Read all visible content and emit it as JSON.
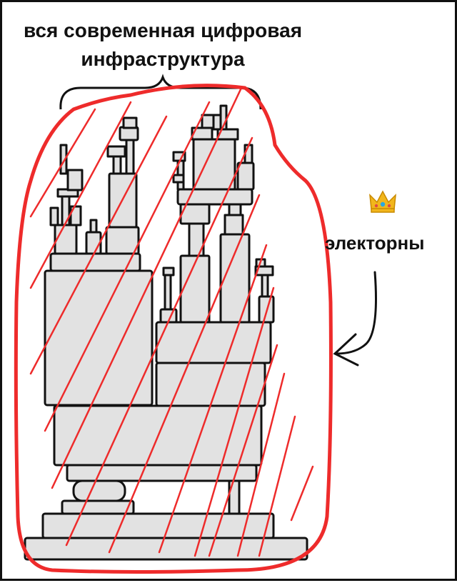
{
  "title_line_1": "вся современная цифровая",
  "title_line_2": "инфраструктура",
  "side_label": "электорны",
  "icons": [
    "crown-icon",
    "curved-arrow-icon",
    "curly-brace-icon"
  ],
  "colors": {
    "ink": "#111111",
    "block_fill": "#e2e2e2",
    "highlight_red": "#ee2b2b",
    "crown_gold": "#f2b61c"
  }
}
